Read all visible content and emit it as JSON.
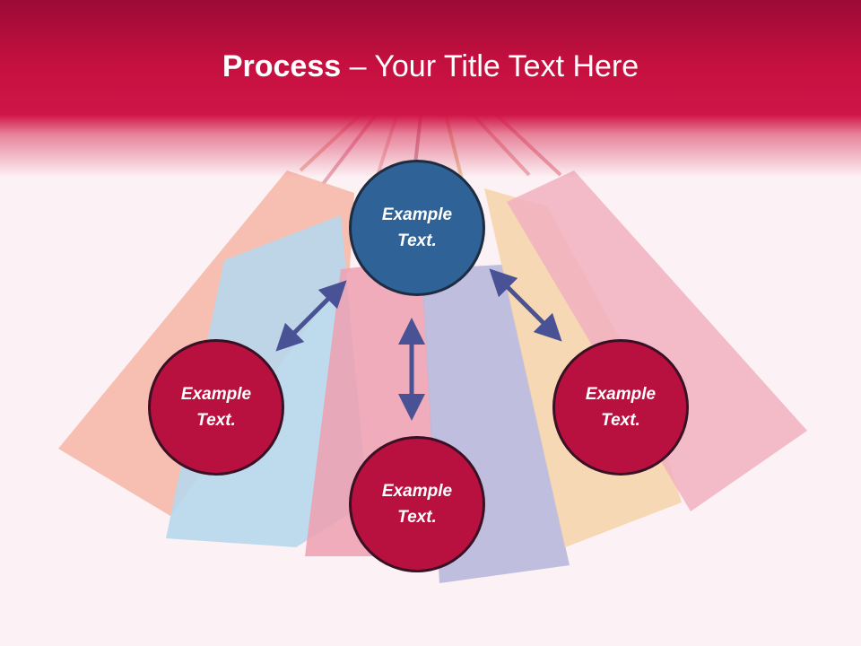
{
  "title": {
    "bold": "Process",
    "rest": " – Your Title Text Here"
  },
  "nodes": {
    "top": {
      "label": "Example Text."
    },
    "left": {
      "label": "Example Text."
    },
    "bottom": {
      "label": "Example Text."
    },
    "right": {
      "label": "Example Text."
    }
  },
  "colors": {
    "header": "#c4103f",
    "node_top": "#2f6296",
    "node_other": "#b8103f",
    "arrow": "#4a5296"
  }
}
